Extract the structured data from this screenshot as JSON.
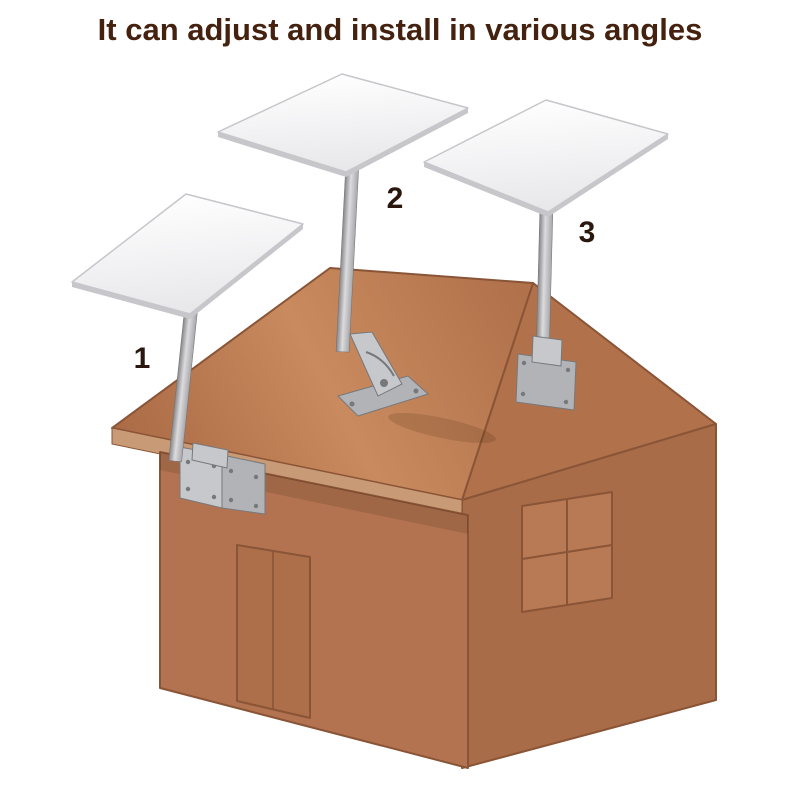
{
  "title": "It can adjust and install in various angles",
  "labels": {
    "pos1": "1",
    "pos2": "2",
    "pos3": "3"
  },
  "colors": {
    "background": "#ffffff",
    "title_text": "#45220f",
    "label_text": "#2a180e",
    "roof_light": "#c98a5e",
    "roof_dark": "#a96a45",
    "roof_mid": "#b0714b",
    "gable_wall": "#b0714b",
    "side_wall": "#a96c48",
    "front_wall": "#b37350",
    "fascia": "#c89a76",
    "edge_line": "#8a5436",
    "door_fill": "#ad6e4a",
    "window_pane": "#b87a54",
    "dish_light": "#ffffff",
    "dish_dark": "#e7e7ea",
    "dish_edge": "#c6c6cb",
    "pole_light": "#dcdcde",
    "pole_mid": "#a7a7ab",
    "pole_dark": "#86868a",
    "bracket_light": "#c7c8cb",
    "bracket_mid": "#b2b3b7",
    "bracket_dark": "#77787c"
  }
}
